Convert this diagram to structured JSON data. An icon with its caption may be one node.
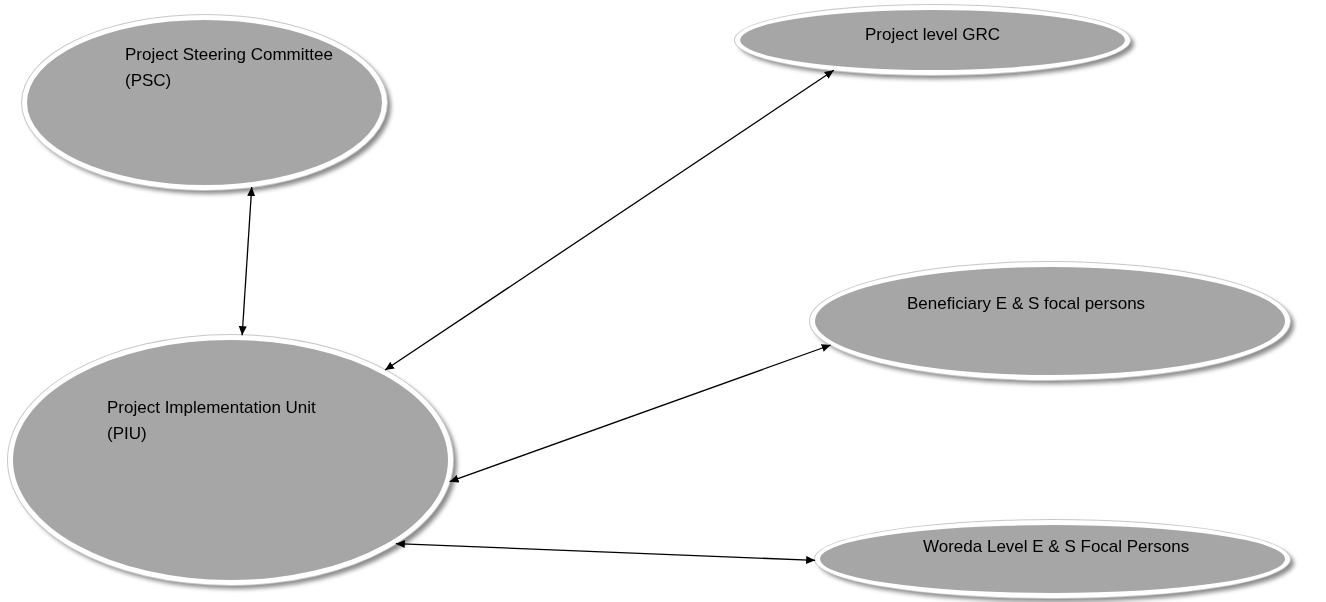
{
  "diagram": {
    "nodes": [
      {
        "text": [
          "Project Steering Committee (PSC)"
        ]
      },
      {
        "text": [
          "Project level GRC"
        ]
      },
      {
        "text": [
          "Beneficiary E & S focal persons"
        ]
      },
      {
        "text": [
          "Project Implementation Unit (PIU)"
        ]
      },
      {
        "text": [
          "Woreda Level E & S Focal Persons"
        ]
      }
    ],
    "edges": [
      {
        "from": 0,
        "to": 3,
        "arrow": "both"
      },
      {
        "from": 1,
        "to": 3,
        "arrow": "both"
      },
      {
        "from": 2,
        "to": 3,
        "arrow": "both"
      },
      {
        "from": 4,
        "to": 3,
        "arrow": "both"
      }
    ]
  }
}
